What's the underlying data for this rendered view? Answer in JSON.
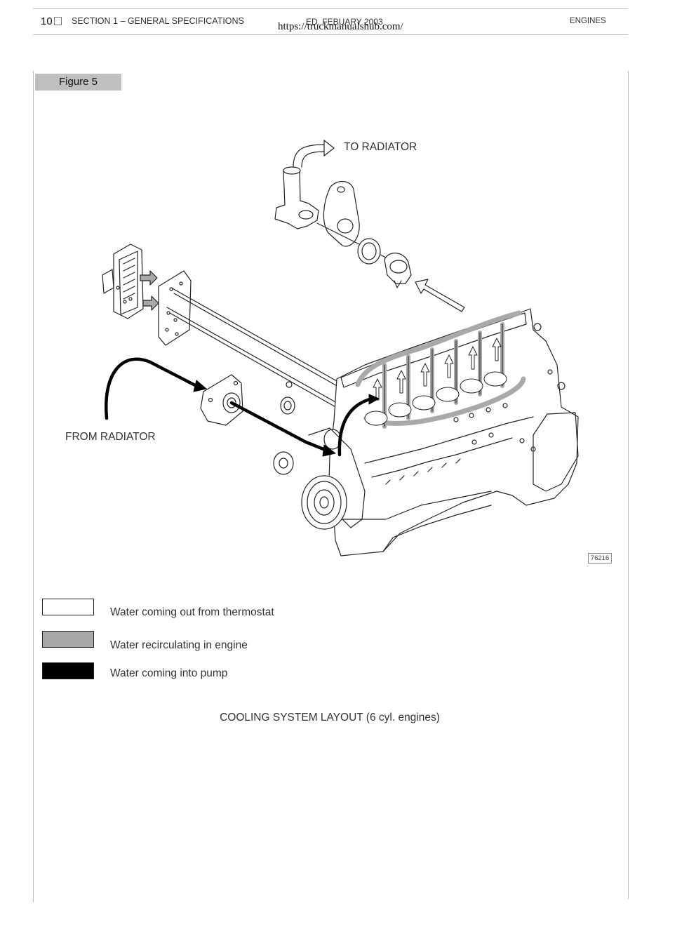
{
  "header": {
    "page_number": "10",
    "section": "SECTION 1 – GENERAL SPECIFICATIONS",
    "date": "ED. FEBUARY 2003",
    "url": "https://truckmanualshub.com/",
    "right": "ENGINES"
  },
  "figure": {
    "tab_label": "Figure 5",
    "labels": {
      "to_radiator": "TO RADIATOR",
      "from_radiator": "FROM RADIATOR"
    },
    "ref_code": "76216"
  },
  "legend": [
    {
      "text": "Water coming out from thermostat",
      "color": "#ffffff"
    },
    {
      "text": "Water recirculating in engine",
      "color": "#a9a9a9"
    },
    {
      "text": "Water coming into pump",
      "color": "#000000"
    }
  ],
  "caption": "COOLING SYSTEM LAYOUT (6 cyl. engines)"
}
